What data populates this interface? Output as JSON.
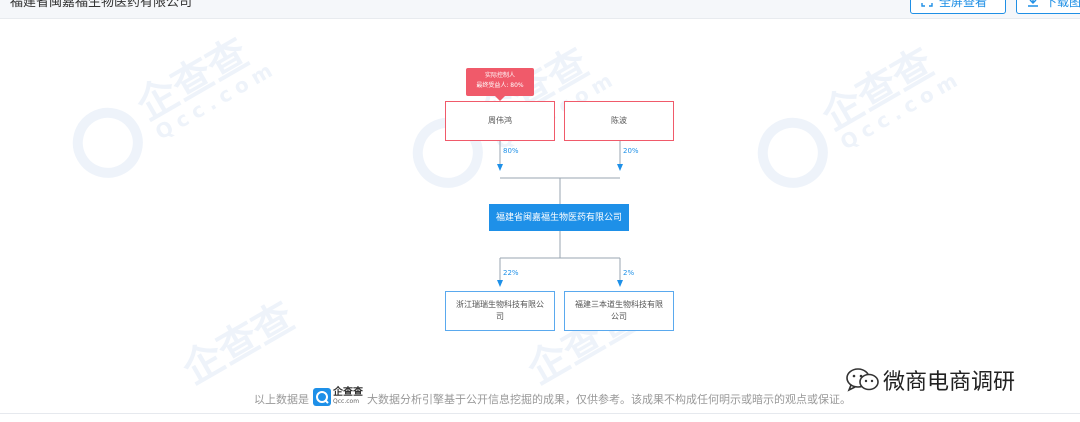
{
  "header": {
    "company_name": "福建省闽嘉福生物医药有限公司",
    "fullscreen_label": "全屏查看",
    "download_label": "下载图"
  },
  "chart": {
    "controller_tag_line1": "实际控制人",
    "controller_tag_line2": "最终受益人: 80%",
    "shareholders": [
      {
        "name": "周伟鸿",
        "percent": "80%"
      },
      {
        "name": "陈波",
        "percent": "20%"
      }
    ],
    "center_company": "福建省闽嘉福生物医药有限公司",
    "subsidiaries": [
      {
        "name": "浙江瑞瑞生物科技有限公司",
        "percent": "22%"
      },
      {
        "name": "福建三本道生物科技有限公司",
        "percent": "2%"
      }
    ]
  },
  "watermark": {
    "brand": "企查查",
    "domain": "Qcc.com"
  },
  "footer": {
    "prefix": "以上数据是",
    "logo_name": "企查查",
    "logo_domain": "Qcc.com",
    "suffix": "大数据分析引擎基于公开信息挖掘的成果，仅供参考。该成果不构成任何明示或暗示的观点或保证。"
  },
  "overlay": {
    "wechat_account": "微商电商调研"
  },
  "colors": {
    "accent": "#1e90e8",
    "person_border": "#f05a6a"
  }
}
